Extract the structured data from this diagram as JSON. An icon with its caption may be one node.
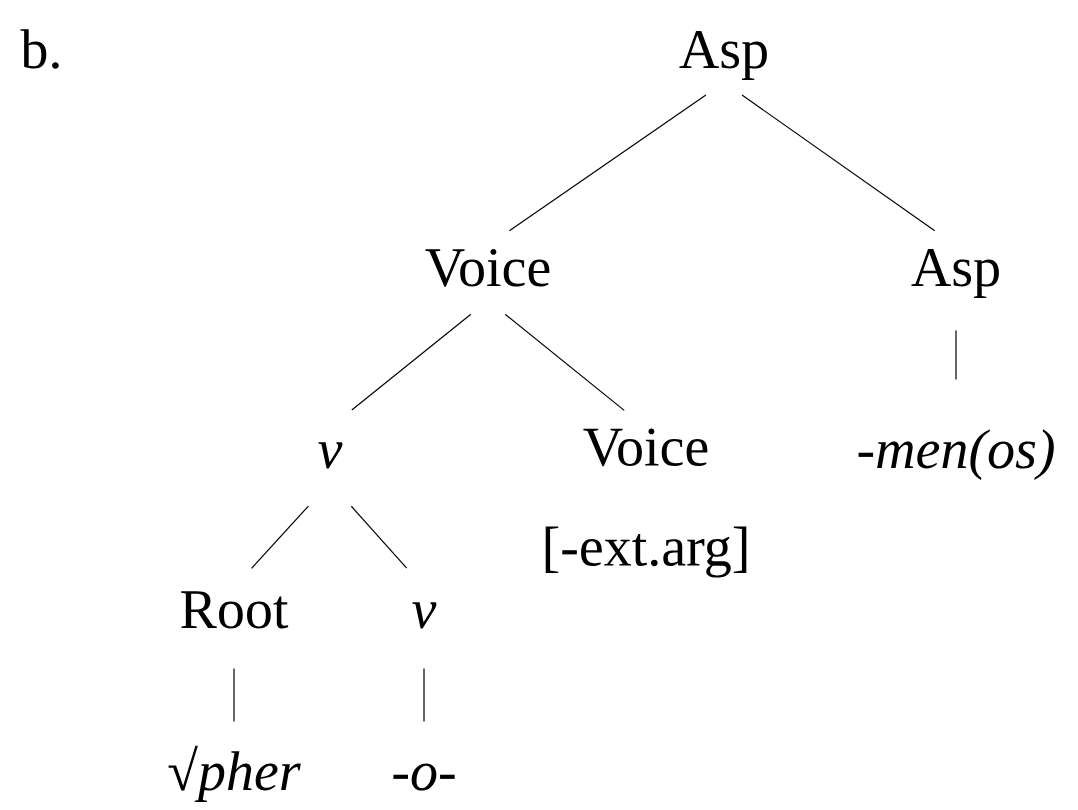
{
  "diagram": {
    "nodes": [
      {
        "text": [
          "Asp"
        ]
      },
      {
        "text": [
          "Voice"
        ]
      },
      {
        "text": [
          "Asp"
        ]
      },
      {
        "text": [
          "-men(os)"
        ]
      },
      {
        "text": [
          "v"
        ]
      },
      {
        "text": [
          "Voice",
          "[-ext.arg]"
        ]
      },
      {
        "text": [
          "Root"
        ]
      },
      {
        "text": [
          "v"
        ]
      },
      {
        "text": [
          "√*pher*"
        ]
      },
      {
        "text": [
          "-o-"
        ]
      }
    ],
    "edges": [
      {
        "from": 0,
        "to": 1,
        "arrow": "none"
      },
      {
        "from": 0,
        "to": 2,
        "arrow": "none"
      },
      {
        "from": 1,
        "to": 4,
        "arrow": "none"
      },
      {
        "from": 1,
        "to": 5,
        "arrow": "none"
      },
      {
        "from": 2,
        "to": 3,
        "arrow": "none"
      },
      {
        "from": 4,
        "to": 6,
        "arrow": "none"
      },
      {
        "from": 4,
        "to": 7,
        "arrow": "none"
      },
      {
        "from": 6,
        "to": 8,
        "arrow": "none"
      },
      {
        "from": 7,
        "to": 9,
        "arrow": "none"
      }
    ],
    "labels": [
      "b."
    ]
  }
}
